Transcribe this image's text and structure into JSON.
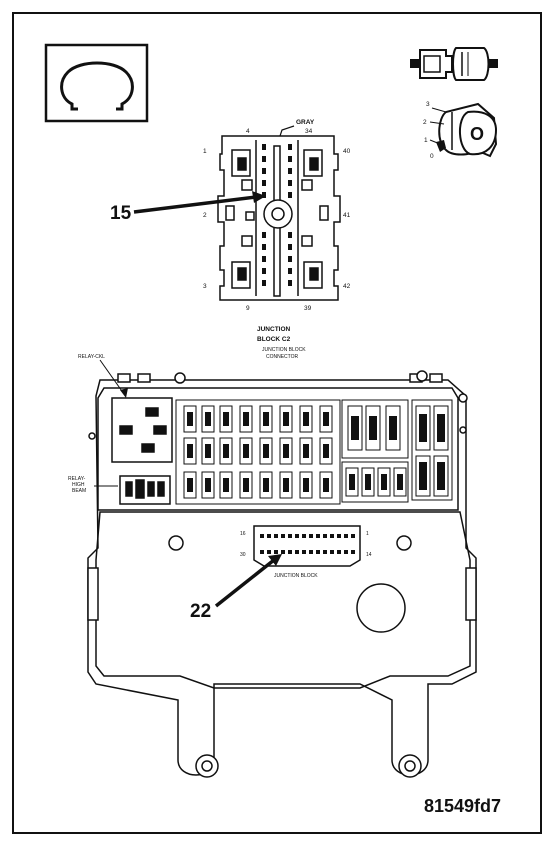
{
  "figure_id": "81549fd7",
  "callouts": {
    "c15": "15",
    "c22": "22"
  },
  "connector_c2": {
    "wire_color": "GRAY",
    "title_line1": "JUNCTION",
    "title_line2": "BLOCK C2",
    "caption": "JUNCTION BLOCK",
    "caption2": "CONNECTOR",
    "pins": {
      "p4": "4",
      "p34": "34",
      "p1": "1",
      "p40": "40",
      "p2": "2",
      "p41": "41",
      "p3": "3",
      "p42": "42",
      "p9": "9",
      "p39": "39"
    }
  },
  "cavity_scale": {
    "s3": "3",
    "s2": "2",
    "s1": "1",
    "s0": "0",
    "key_letter": "O"
  },
  "junction_block": {
    "relay_label": "RELAY-CKL",
    "relay_label2": "RELAY-",
    "relay_label3": "HIGH",
    "relay_label4": "BEAM",
    "connector_caption": "JUNCTION BLOCK",
    "pin_16": "16",
    "pin_1": "1",
    "pin_30": "30",
    "pin_14": "14"
  },
  "icons": [
    "ohm-icon",
    "terminal-connector-icon",
    "terminal-key-icon"
  ]
}
